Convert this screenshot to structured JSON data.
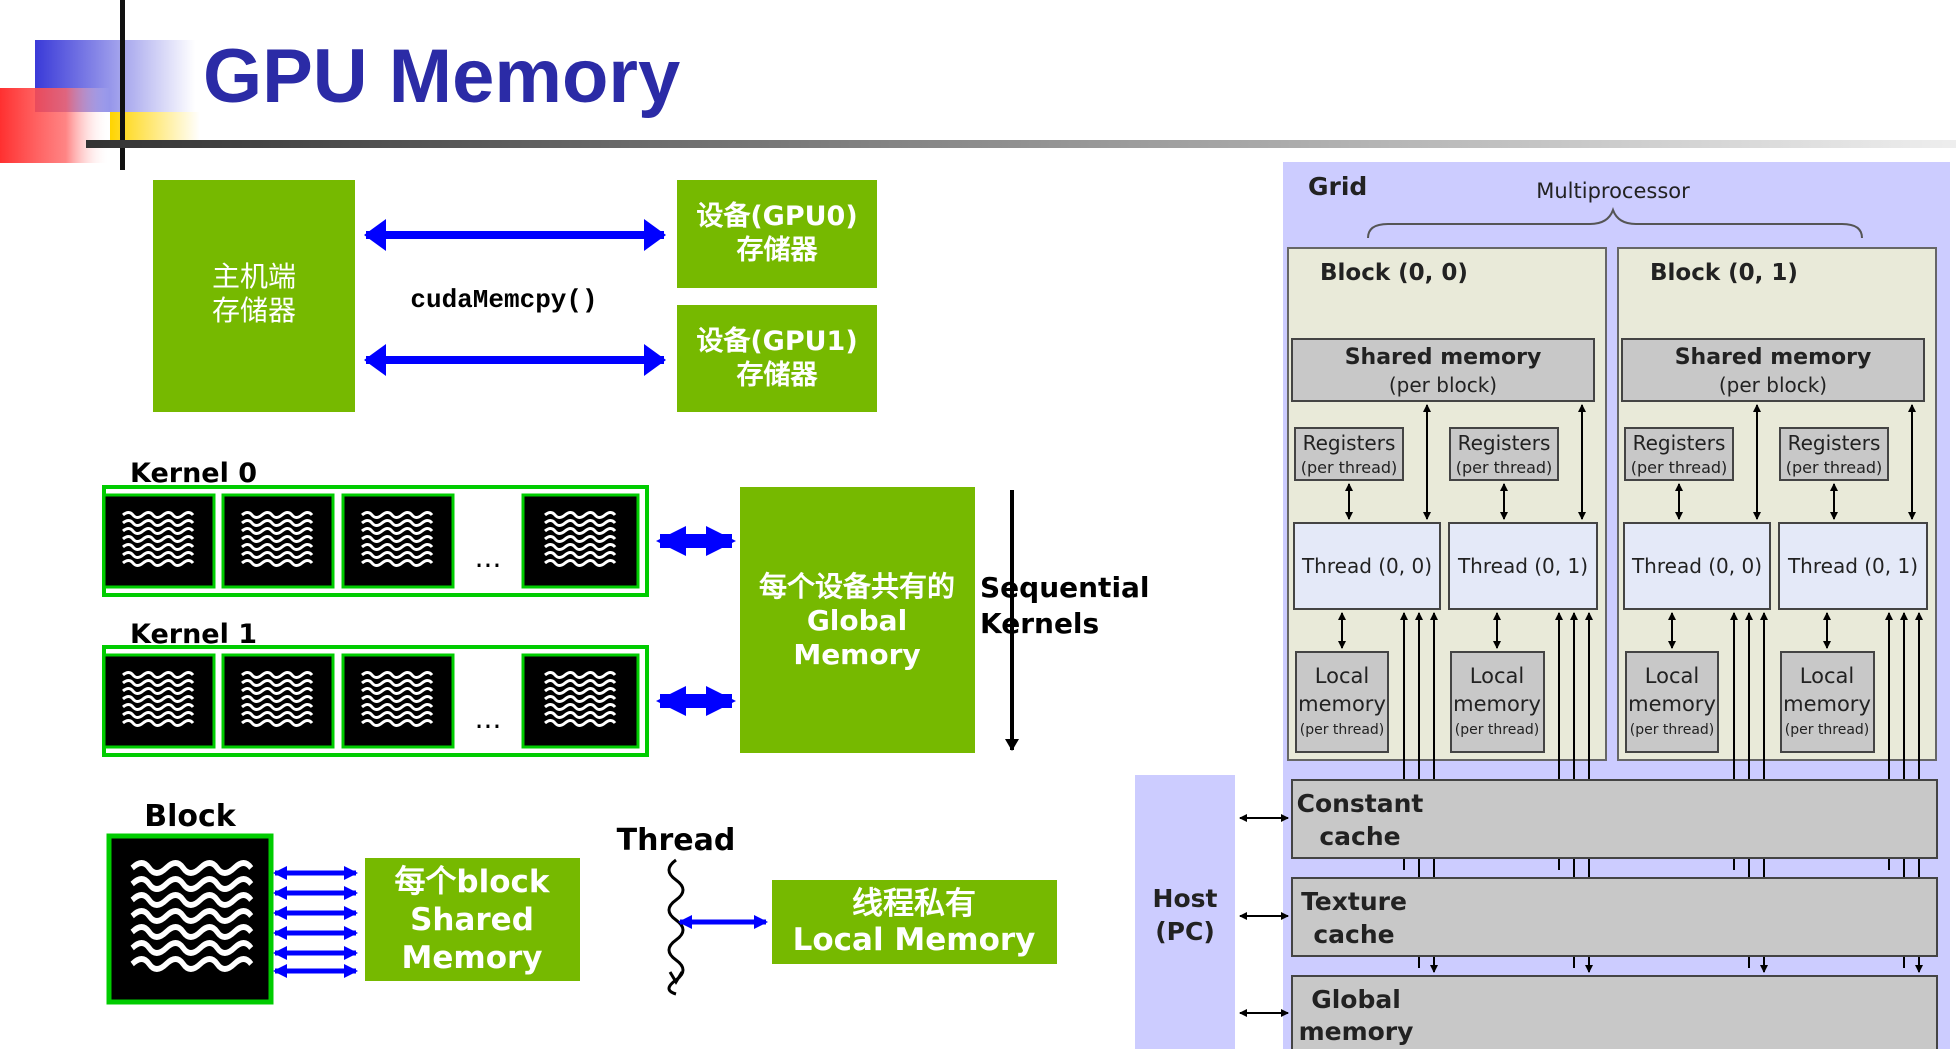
{
  "slide": {
    "title": "GPU Memory"
  },
  "host_transfer": {
    "host_memory": [
      "主机端",
      "存储器"
    ],
    "device0_memory": [
      "设备(GPU0)",
      "存储器"
    ],
    "device1_memory": [
      "设备(GPU1)",
      "存储器"
    ],
    "function_label": "cudaMemcpy()"
  },
  "kernels": {
    "kernel0_label": "Kernel 0",
    "kernel1_label": "Kernel 1",
    "ellipsis": "...",
    "global_memory": [
      "每个设备共有的",
      "Global",
      "Memory"
    ],
    "sequential_label": [
      "Sequential",
      "Kernels"
    ]
  },
  "block_section": {
    "block_label": "Block",
    "shared_memory": [
      "每个block",
      "Shared",
      "Memory"
    ],
    "thread_label": "Thread",
    "local_memory": [
      "线程私有",
      "Local Memory"
    ]
  },
  "hierarchy": {
    "grid_label": "Grid",
    "multiprocessor_label": "Multiprocessor",
    "blocks": [
      {
        "label": "Block (0, 0)",
        "shared": [
          "Shared memory",
          "(per block)"
        ],
        "registers": [
          "Registers",
          "(per thread)"
        ],
        "threads": [
          "Thread (0, 0)",
          "Thread (0, 1)"
        ],
        "local": [
          "Local",
          "memory",
          "(per thread)"
        ]
      },
      {
        "label": "Block (0, 1)",
        "shared": [
          "Shared memory",
          "(per block)"
        ],
        "registers": [
          "Registers",
          "(per thread)"
        ],
        "threads": [
          "Thread (0, 0)",
          "Thread (0, 1)"
        ],
        "local": [
          "Local",
          "memory",
          "(per thread)"
        ]
      }
    ],
    "host": [
      "Host",
      "(PC)"
    ],
    "constant_cache": [
      "Constant",
      "cache"
    ],
    "texture_cache": [
      "Texture",
      "cache"
    ],
    "global_memory": [
      "Global",
      "memory"
    ]
  },
  "colors": {
    "title_blue": "#2b2ba6",
    "green": "#76b900",
    "arrow_blue": "#0000ff",
    "panel_lavender": "#ccccff",
    "box_gray": "#c8c8c8",
    "thread_tint": "#e4e9f8"
  }
}
